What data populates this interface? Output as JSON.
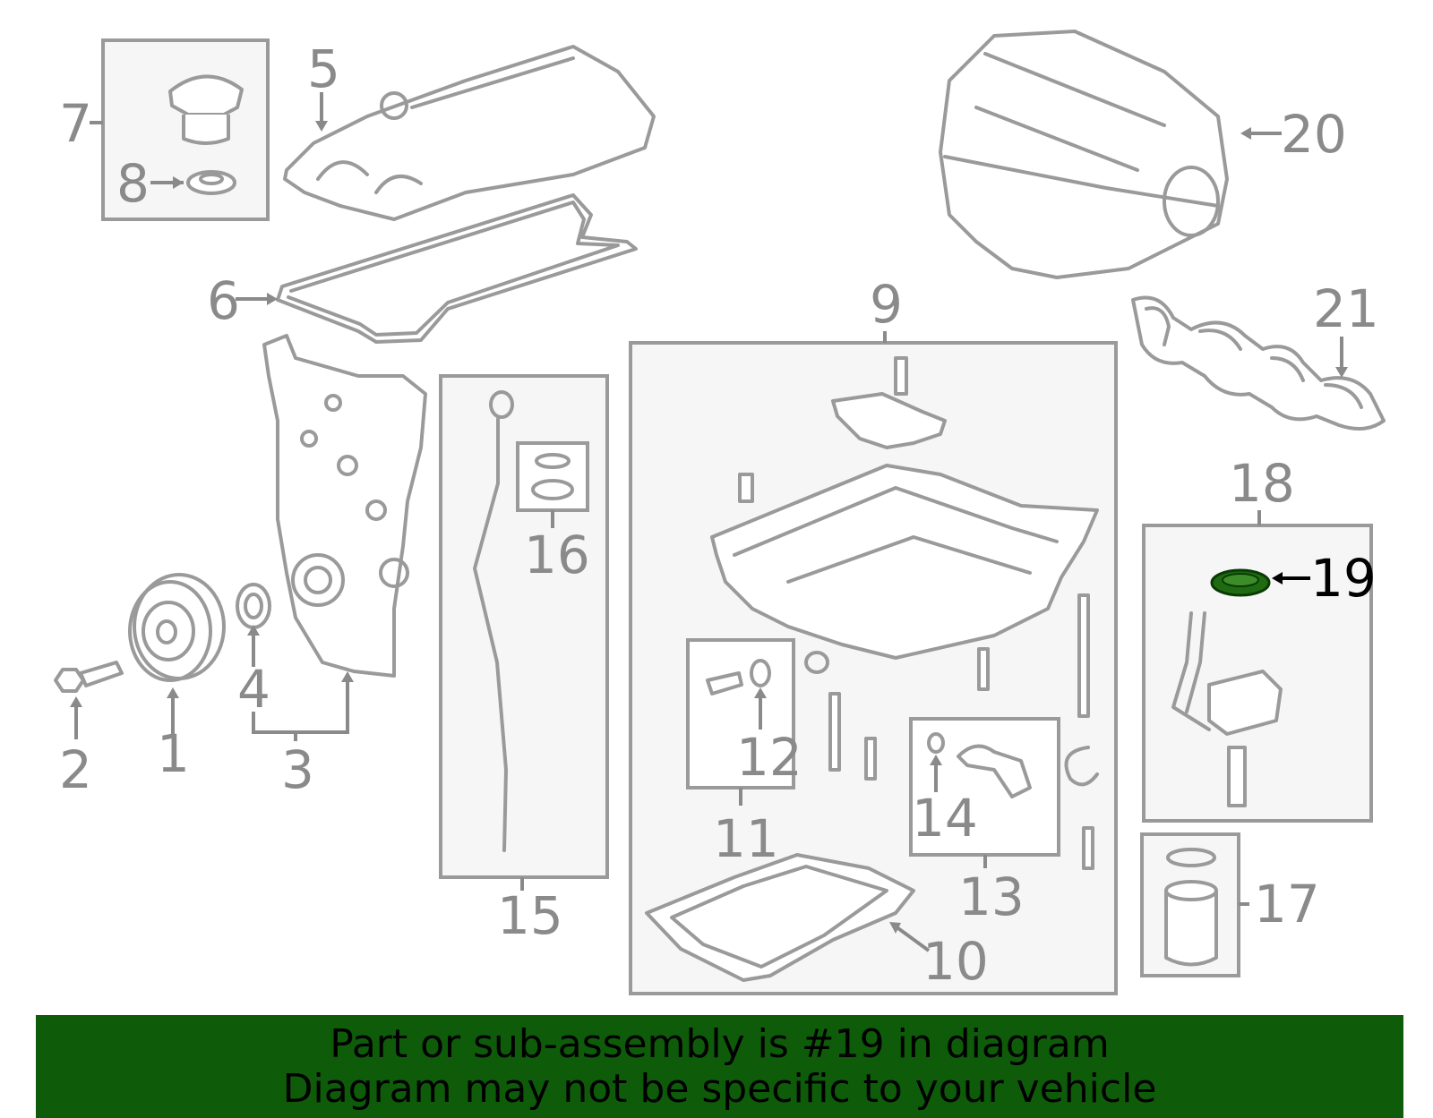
{
  "callouts": {
    "c1": "1",
    "c2": "2",
    "c3": "3",
    "c4": "4",
    "c5": "5",
    "c6": "6",
    "c7": "7",
    "c8": "8",
    "c9": "9",
    "c10": "10",
    "c11": "11",
    "c12": "12",
    "c13": "13",
    "c14": "14",
    "c15": "15",
    "c16": "16",
    "c17": "17",
    "c18": "18",
    "c19": "19",
    "c20": "20",
    "c21": "21"
  },
  "highlight": {
    "part": "19",
    "color": "#1f6b12"
  },
  "banner": {
    "line1": "Part or sub-assembly is #19 in diagram",
    "line2": "Diagram may not be specific to your vehicle",
    "background": "#0e5c0a"
  }
}
